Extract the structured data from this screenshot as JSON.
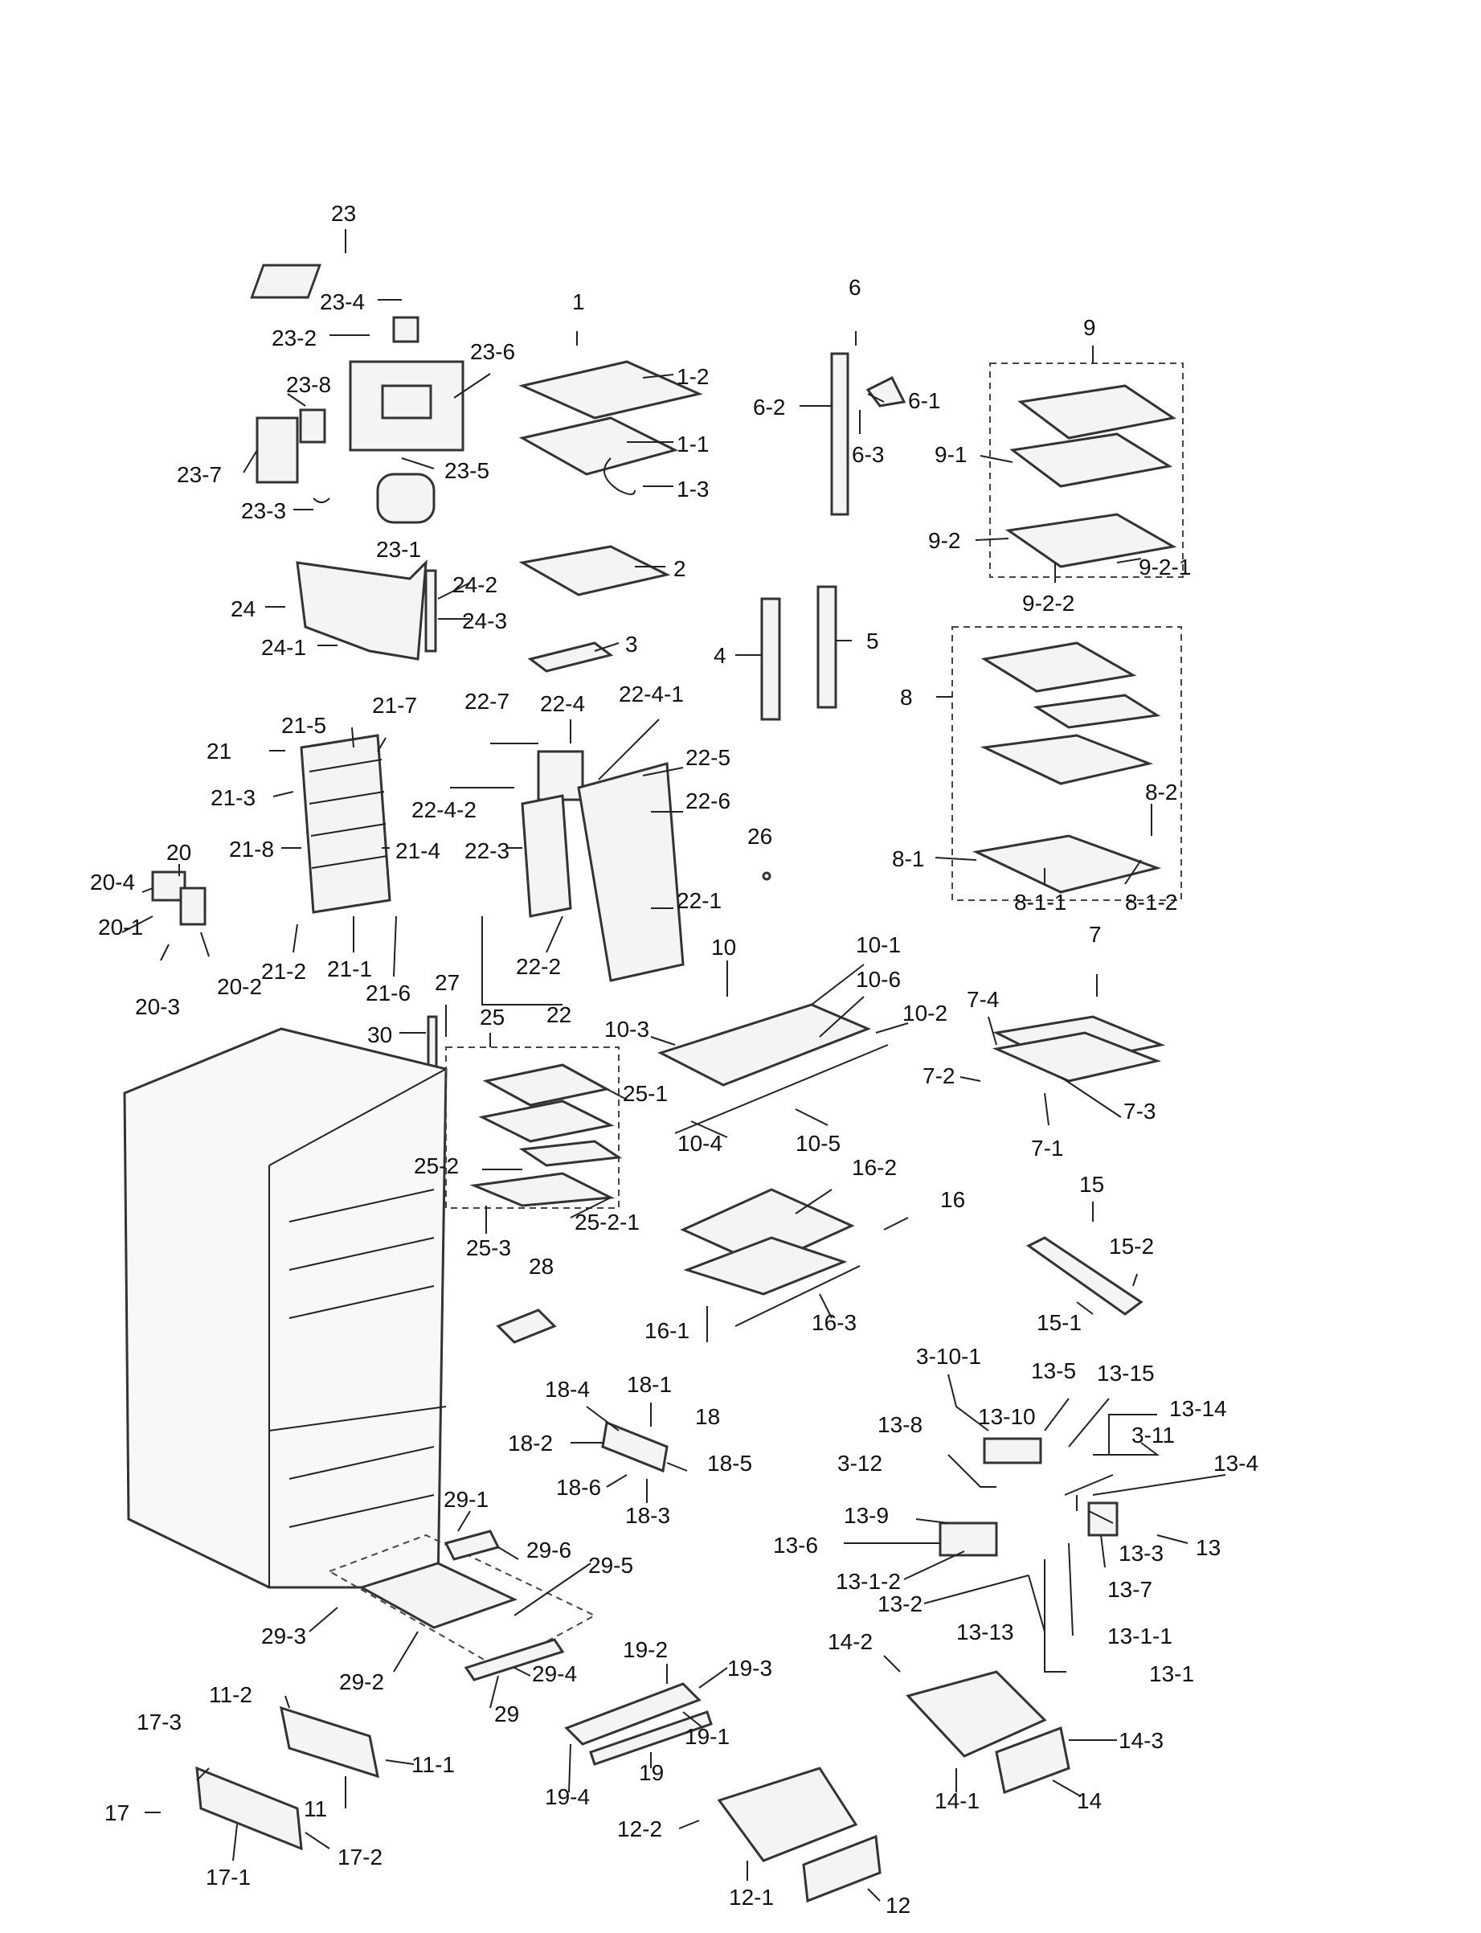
{
  "diagram": {
    "labels": [
      "23",
      "23-4",
      "23-2",
      "23-8",
      "23-6",
      "23-7",
      "23-5",
      "23-3",
      "23-1",
      "24",
      "24-1",
      "24-2",
      "24-3",
      "1",
      "1-2",
      "1-1",
      "1-3",
      "2",
      "3",
      "6",
      "6-1",
      "6-2",
      "6-3",
      "4",
      "5",
      "9",
      "9-1",
      "9-2",
      "9-2-1",
      "9-2-2",
      "8",
      "8-1",
      "8-2",
      "8-1-1",
      "8-1-2",
      "21",
      "21-5",
      "21-7",
      "21-3",
      "21-8",
      "21-4",
      "21-2",
      "21-1",
      "21-6",
      "22-7",
      "22-4",
      "22-4-1",
      "22-5",
      "22-6",
      "22-4-2",
      "22-3",
      "22-2",
      "22-1",
      "22",
      "26",
      "20",
      "20-4",
      "20-1",
      "20-2",
      "20-3",
      "27",
      "10",
      "10-1",
      "10-6",
      "10-3",
      "10-2",
      "10-4",
      "10-5",
      "7",
      "7-4",
      "7-2",
      "7-3",
      "7-1",
      "30",
      "25",
      "25-1",
      "25-2",
      "25-2-1",
      "25-3",
      "16",
      "16-2",
      "16-1",
      "16-3",
      "15",
      "15-2",
      "15-1",
      "28",
      "18-4",
      "18-1",
      "18",
      "18-2",
      "18-5",
      "18-6",
      "18-3",
      "3-10-1",
      "13-5",
      "13-15",
      "13-14",
      "13-8",
      "13-10",
      "3-11",
      "13-4",
      "3-12",
      "13-9",
      "13-6",
      "13-1-2",
      "13-3",
      "13",
      "13-7",
      "13-2",
      "13-13",
      "13-1-1",
      "13-1",
      "29-1",
      "29-6",
      "29-5",
      "29-3",
      "29-4",
      "29-2",
      "29",
      "19-2",
      "19-3",
      "19-1",
      "19",
      "19-4",
      "14-2",
      "14-3",
      "14-1",
      "14",
      "11-2",
      "11-1",
      "11",
      "17-3",
      "17",
      "17-1",
      "17-2",
      "12-2",
      "12-1",
      "12"
    ]
  }
}
